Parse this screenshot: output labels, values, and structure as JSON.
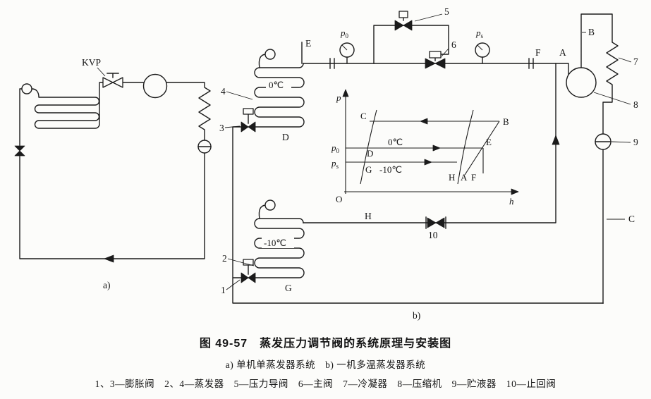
{
  "colors": {
    "ink": "#1b1b1b",
    "paper": "#fcfcfa"
  },
  "caption": {
    "title": "图 49-57　蒸发压力调节阀的系统原理与安装图",
    "subtitle": "a) 单机单蒸发器系统　b) 一机多温蒸发器系统",
    "legend": "1、3—膨胀阀　2、4—蒸发器　5—压力导阀　6—主阀　7—冷凝器　8—压缩机　9—贮液器　10—止回阀"
  },
  "system_a": {
    "label": "a)",
    "valve": "KVP"
  },
  "system_b": {
    "label": "b)",
    "coil_top_temp": "0℃",
    "coil_bottom_temp": "-10℃",
    "gauge_suction": {
      "letter": "p",
      "sub": "0"
    },
    "gauge_regulated": {
      "letter": "p",
      "sub": "s"
    },
    "points": {
      "A": "A",
      "B": "B",
      "C": "C",
      "D": "D",
      "E": "E",
      "F": "F",
      "G": "G",
      "H": "H"
    },
    "part_numbers": {
      "n1": "1",
      "n2": "2",
      "n3": "3",
      "n4": "4",
      "n5": "5",
      "n6": "6",
      "n7": "7",
      "n8": "8",
      "n9": "9",
      "n10": "10"
    }
  },
  "ph_chart": {
    "axis_p": "p",
    "axis_h": "h",
    "origin": "O",
    "pressure_p0": {
      "letter": "p",
      "sub": "0"
    },
    "pressure_ps": {
      "letter": "p",
      "sub": "s"
    },
    "temp_high": "0℃",
    "temp_low": "-10℃",
    "points": {
      "A": "A",
      "B": "B",
      "C": "C",
      "D": "D",
      "E": "E",
      "F": "F",
      "G": "G",
      "H": "H"
    }
  }
}
